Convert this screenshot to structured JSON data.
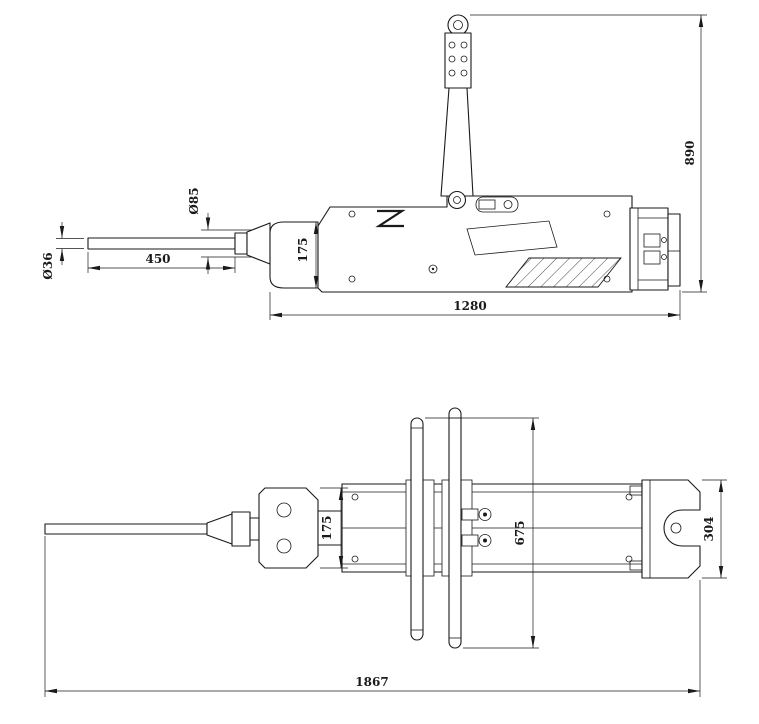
{
  "drawing": {
    "side_view": {
      "dimensions": {
        "chisel_diameter": "Ø36",
        "chisel_exposed_length": "450",
        "bushing_diameter": "Ø85",
        "front_height": "175",
        "body_length": "1280",
        "overall_height": "890"
      }
    },
    "plan_view": {
      "dimensions": {
        "front_width": "175",
        "handlebar_span": "675",
        "rear_bracket_width": "304",
        "overall_length": "1867"
      }
    },
    "colors": {
      "line": "#1a1a1a",
      "background": "#ffffff"
    }
  }
}
